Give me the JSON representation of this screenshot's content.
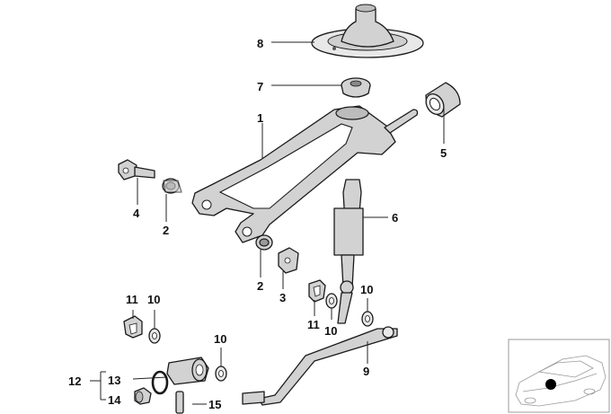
{
  "diagram": {
    "callouts": [
      {
        "key": "c1",
        "label": "1"
      },
      {
        "key": "c2a",
        "label": "2"
      },
      {
        "key": "c2b",
        "label": "2"
      },
      {
        "key": "c3",
        "label": "3"
      },
      {
        "key": "c4",
        "label": "4"
      },
      {
        "key": "c5",
        "label": "5"
      },
      {
        "key": "c6",
        "label": "6"
      },
      {
        "key": "c7",
        "label": "7"
      },
      {
        "key": "c8",
        "label": "8"
      },
      {
        "key": "c9",
        "label": "9"
      },
      {
        "key": "c10a",
        "label": "10"
      },
      {
        "key": "c10b",
        "label": "10"
      },
      {
        "key": "c10c",
        "label": "10"
      },
      {
        "key": "c10d",
        "label": "10"
      },
      {
        "key": "c11a",
        "label": "11"
      },
      {
        "key": "c11b",
        "label": "11"
      },
      {
        "key": "c12",
        "label": "12"
      },
      {
        "key": "c13",
        "label": "13"
      },
      {
        "key": "c14",
        "label": "14"
      },
      {
        "key": "c15",
        "label": "15"
      }
    ],
    "colors": {
      "line": "#1a1a1a",
      "fill": "#d2d2d2",
      "marker": "#000000"
    },
    "inset_icon": "car-location-thumbnail"
  }
}
